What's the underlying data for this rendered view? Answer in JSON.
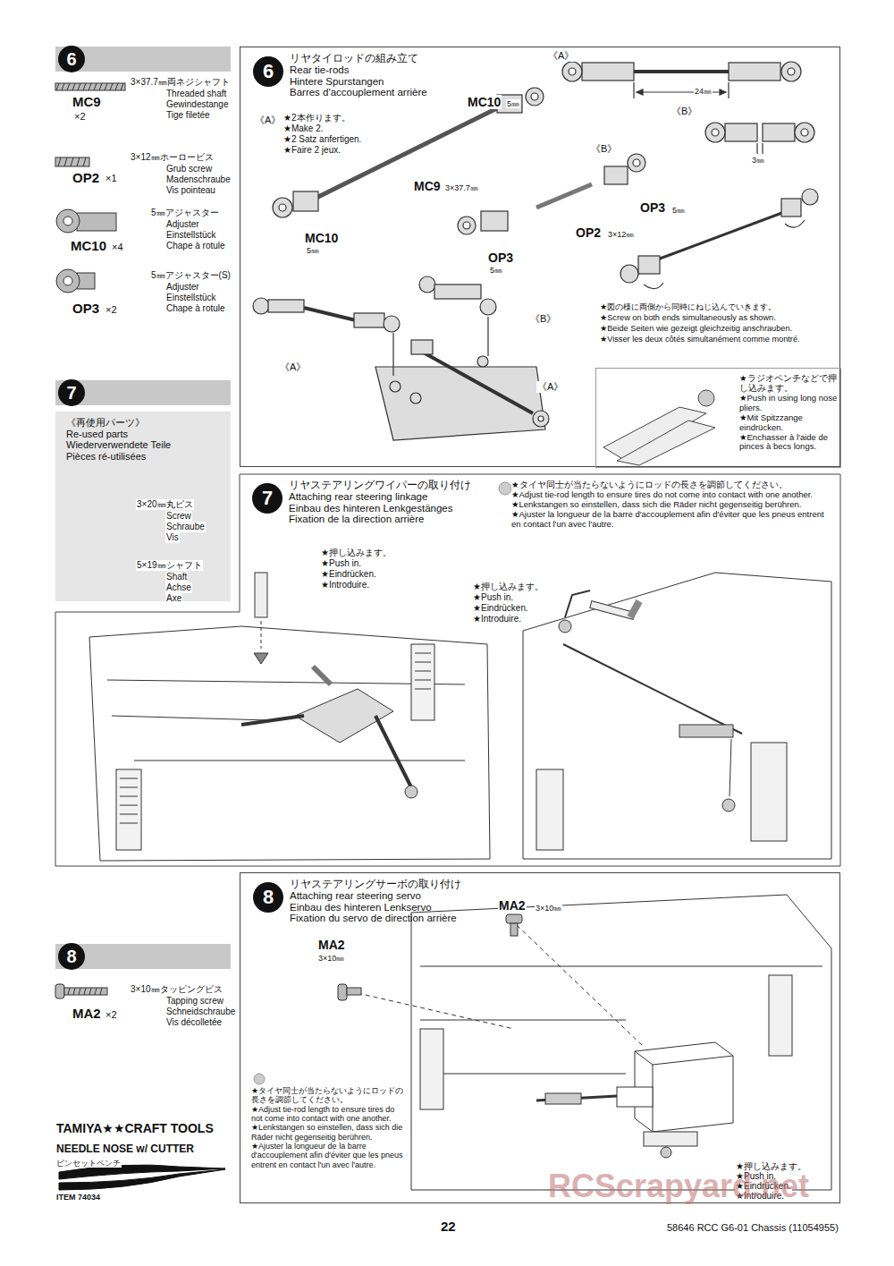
{
  "diagram": {
    "nodes": [
      {
        "text": [
          "6"
        ]
      },
      {
        "text": [
          "7"
        ]
      },
      {
        "text": [
          "《再使用パーツ》",
          "Re-used parts",
          "Wiederverwendete Teile",
          "Pièces ré-utilisées"
        ]
      },
      {
        "text": [
          "8"
        ]
      },
      {
        "text": [
          "リヤタイロッドの組み立て",
          "Rear tie-rods",
          "Hintere Spurstangen",
          "Barres d'accouplement arrière"
        ]
      },
      {
        "text": [
          "6"
        ],
        "in": 4
      },
      {
        "text": [
          "リヤステアリングワイパーの取り付け",
          "Attaching rear steering linkage",
          "Einbau des hinteren Lenkgestänges",
          "Fixation de la direction arrière"
        ]
      },
      {
        "text": [
          "7"
        ],
        "in": 6
      },
      {
        "text": [
          "リヤステアリングサーボの取り付け",
          "Attaching rear steering servo",
          "Einbau des hinteren Lenkservo",
          "Fixation du servo de direction arrière"
        ]
      },
      {
        "text": [
          "8"
        ],
        "in": 8
      },
      {
        "text": [
          "★ラジオペンチなどで押し込みます。",
          "★Push in using long nose pliers.",
          "★Mit Spitzzange eindrücken.",
          "★Enchasser à l'aide de pinces à becs longs."
        ],
        "in": 4
      }
    ],
    "labels": [
      "MC9",
      "×2",
      "3×37.7㎜両ネジシャフト",
      "Threaded shaft",
      "Gewindestange",
      "Tige filetée",
      "3×12㎜ホーロービス",
      "Grub screw",
      "Madenschraube",
      "Vis pointeau",
      "OP2",
      "×1",
      "5㎜アジャスター",
      "Adjuster",
      "Einstellstück",
      "Chape à rotule",
      "MC10",
      "×4",
      "5㎜アジャスター(S)",
      "Adjuster",
      "Einstellstück",
      "Chape à rotule",
      "OP3",
      "×2",
      "3×20㎜丸ビス",
      "Screw",
      "Schraube",
      "Vis",
      "5×19㎜シャフト",
      "Shaft",
      "Achse",
      "Axe",
      "3×10㎜タッピングビス",
      "Tapping screw",
      "Schneidschraube",
      "Vis décolletée",
      "MA2",
      "×2",
      "TAMIYA★★CRAFT TOOLS",
      "NEEDLE NOSE w/ CUTTER",
      "ピンセットペンチ",
      "ITEM 74034",
      "MC10",
      "5㎜",
      "《A》",
      "★2本作ります。",
      "★Make 2.",
      "★2 Satz anfertigen.",
      "★Faire 2 jeux.",
      "MC9",
      "3×37.7㎜",
      "MC10",
      "5㎜",
      "《A》",
      "24㎜",
      "《B》",
      "3㎜",
      "《B》",
      "OP3",
      "5㎜",
      "OP2",
      "3×12㎜",
      "OP3",
      "5㎜",
      "★図の様に両側から同時にねじ込んでいきます。",
      "★Screw on both ends simultaneously as shown.",
      "★Beide Seiten wie gezeigt gleichzeitig anschrauben.",
      "★Visser les deux côtés simultanément comme montré.",
      "《A》",
      "《B》",
      "《A》",
      "★押し込みます。",
      "★Push in.",
      "★Eindrücken.",
      "★Introduire.",
      "★タイヤ同士が当たらないようにロッドの長さを調節してください。",
      "★Adjust tie-rod length to ensure tires do not come into contact with one another.",
      "★Lenkstangen so einstellen, dass sich die Räder nicht gegenseitig berühren.",
      "★Ajuster la longueur de la barre d'accouplement afin d'éviter que les pneus entrent en contact l'un avec l'autre.",
      "★押し込みます。",
      "★Push in.",
      "★Eindrücken.",
      "★Introduire.",
      "MA2",
      "3×10㎜",
      "MA2",
      "3×10㎜",
      "★タイヤ同士が当たらないようにロッドの長さを調節してください。",
      "★Adjust tie-rod length to ensure tires do not come into contact with one another.",
      "★Lenkstangen so einstellen, dass sich die Räder nicht gegenseitig berühren.",
      "★Ajuster la longueur de la barre d'accouplement afin d'éviter que les pneus entrent en contact l'un avec l'autre.",
      "★押し込みます。",
      "★Push in.",
      "★Eindrücken.",
      "★Introduire.",
      "22",
      "58646 RCC G6-01 Chassis (11054955)",
      "RCScrapyard.net"
    ]
  }
}
